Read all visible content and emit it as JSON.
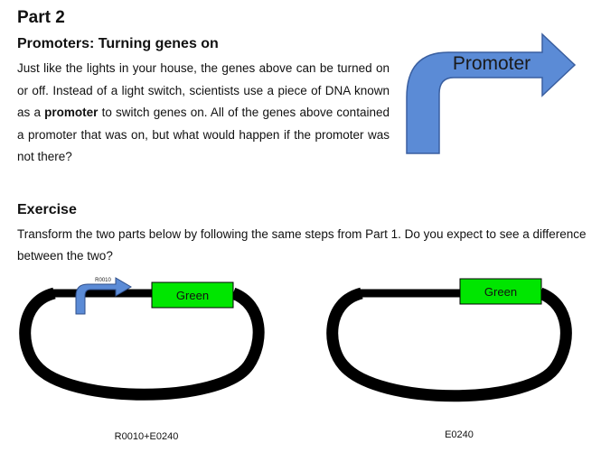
{
  "part": {
    "title": "Part 2"
  },
  "section": {
    "subtitle": "Promoters: Turning genes on",
    "intro_before": "Just like the lights in your house, the genes above can be turned on or off. Instead of a light switch, scientists use a piece of DNA known as a ",
    "intro_bold": "promoter",
    "intro_after": " to switch genes on. All of the genes above contained a promoter that was on, but what would happen if the promoter was not there?"
  },
  "promoter_graphic": {
    "label": "Promoter",
    "color": "#5B8BD6"
  },
  "exercise": {
    "title": "Exercise",
    "text": "Transform the two parts below by following the same steps from Part 1. Do you expect to see a difference between the two?"
  },
  "plasmids": [
    {
      "promoter_label": "R0010",
      "gene_label": "Green",
      "caption": "R0010+E0240"
    },
    {
      "gene_label": "Green",
      "caption": "E0240"
    }
  ],
  "colors": {
    "gene_fill": "#00E600",
    "promoter_fill": "#5B8BD6",
    "backbone": "#000000"
  }
}
